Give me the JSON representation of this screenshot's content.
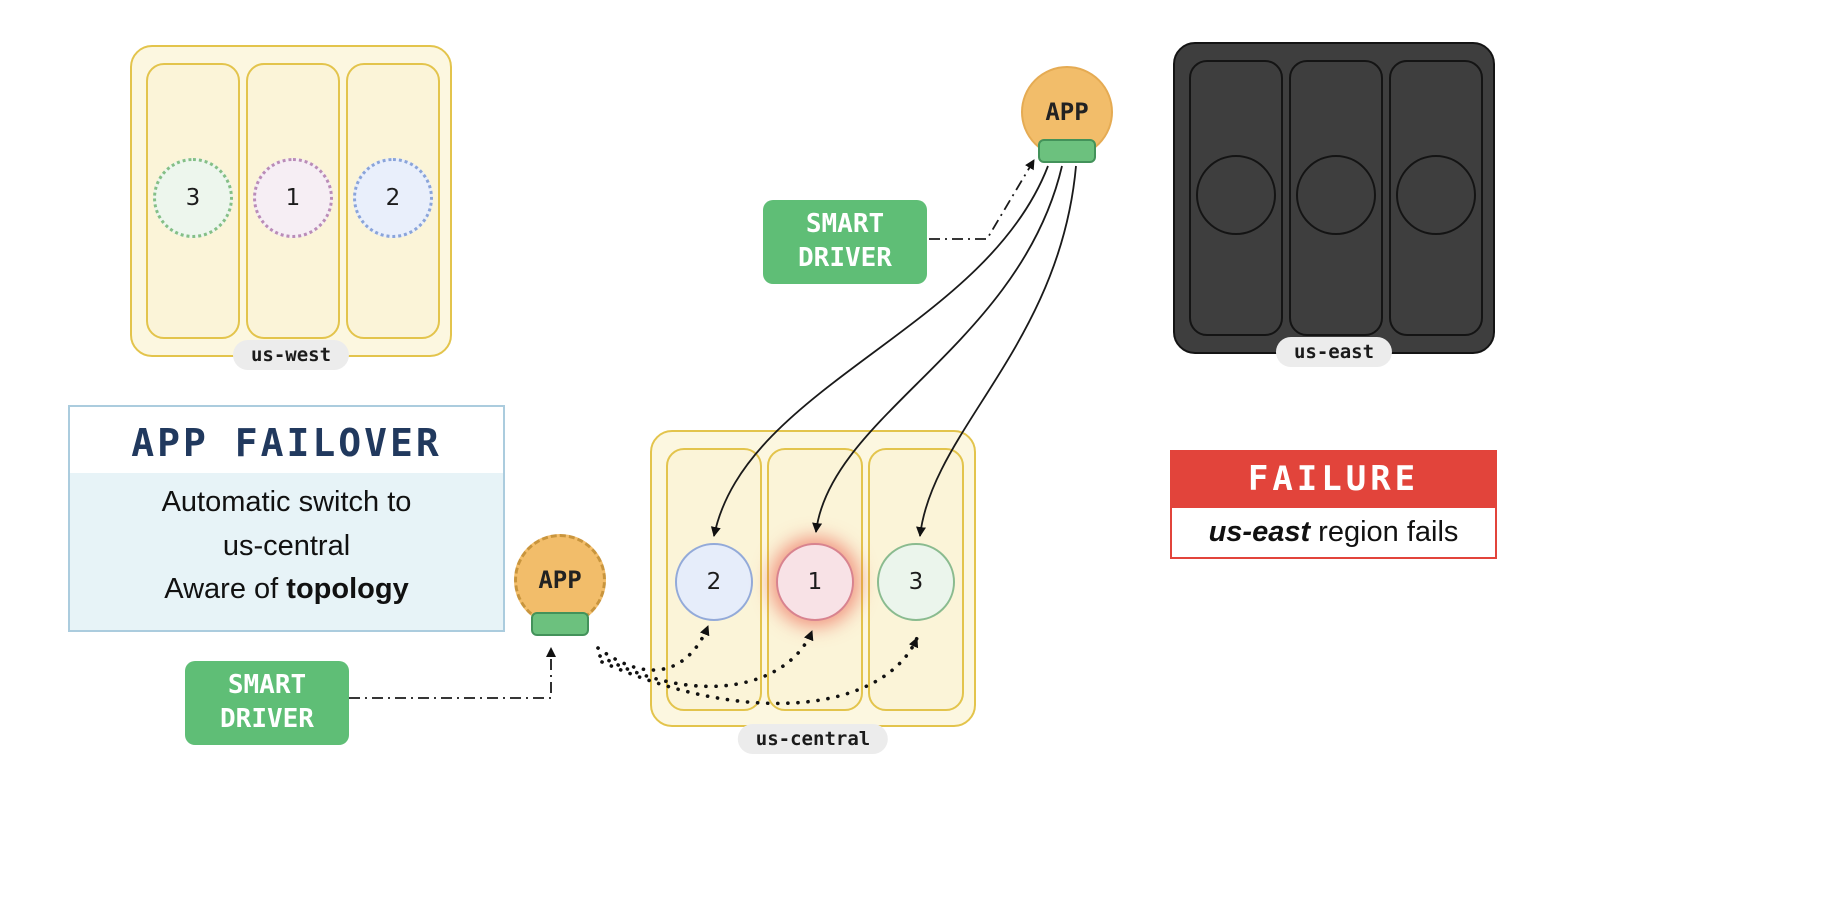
{
  "regions": {
    "us_west": {
      "label": "us-west",
      "nodes": [
        "3",
        "1",
        "2"
      ]
    },
    "us_central": {
      "label": "us-central",
      "nodes": [
        "2",
        "1",
        "3"
      ]
    },
    "us_east": {
      "label": "us-east"
    }
  },
  "app_top": {
    "label": "APP"
  },
  "app_bottom": {
    "label": "APP"
  },
  "driver_top": {
    "label": "SMART DRIVER"
  },
  "driver_bottom": {
    "label": "SMART DRIVER"
  },
  "info_box": {
    "title": "APP FAILOVER",
    "line1": "Automatic switch to",
    "line2": "us-central",
    "line3_prefix": "Aware of ",
    "line3_bold": "topology"
  },
  "failure_box": {
    "title": "FAILURE",
    "subject": "us-east",
    "rest": " region fails"
  },
  "colors": {
    "region_fill": "#fcf7e0",
    "region_border": "#e3c44c",
    "dark_region": "#3e3e3e",
    "app_orange": "#f2bd6a",
    "driver_green": "#5fbe76",
    "connector_green": "#6cc17e",
    "failure_red": "#e2443b",
    "info_navy": "#21395e",
    "glow_red": "#e94a3c"
  }
}
